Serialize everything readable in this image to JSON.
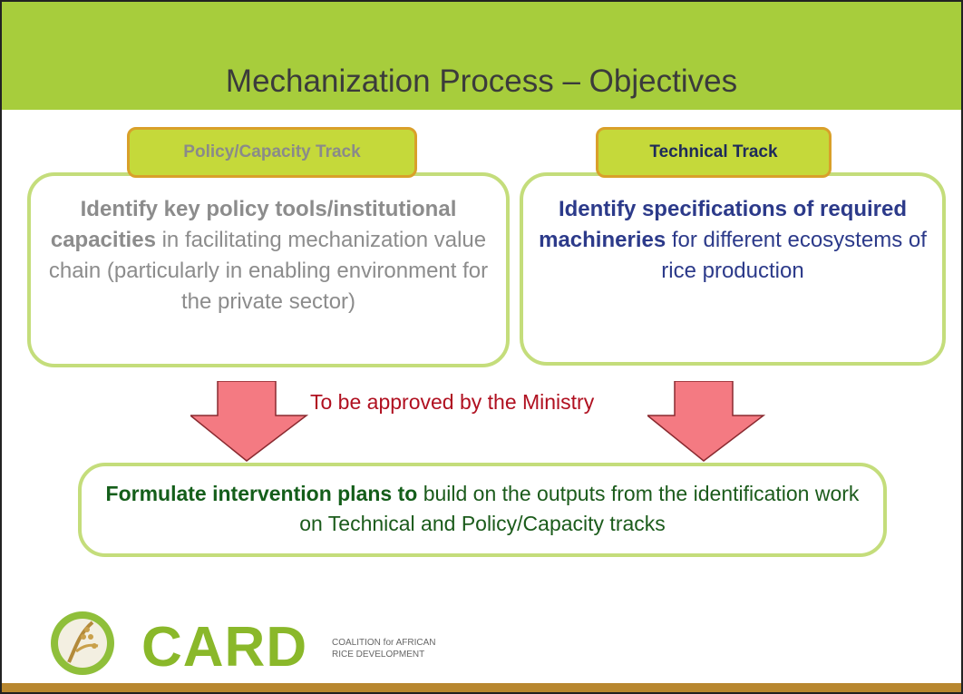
{
  "title": "Mechanization Process – Objectives",
  "tracks": {
    "policy": {
      "tab_label": "Policy/Capacity Track",
      "bold_text": "Identify key policy tools/institutional capacities",
      "rest_text": " in facilitating mechanization value chain (particularly in enabling environment for the private sector)"
    },
    "technical": {
      "tab_label": "Technical Track",
      "bold_text": "Identify specifications of required machineries",
      "rest_text": " for different ecosystems of rice production"
    }
  },
  "approval_text": "To be approved by the Ministry",
  "plan": {
    "bold_text": "Formulate intervention plans to",
    "rest_text": " build on the outputs from the identification work on Technical and Policy/Capacity tracks"
  },
  "logo": {
    "name": "CARD",
    "line1": "COALITION for AFRICAN",
    "line2": "RICE DEVELOPMENT"
  },
  "colors": {
    "title_bar": "#a7cd3c",
    "tab_fill": "#c5d93a",
    "tab_border": "#d9a02a",
    "box_border": "#c4dd7b",
    "arrow_fill": "#f47a82",
    "approval_text": "#b01020",
    "bottom_bar": "#b8872f"
  }
}
